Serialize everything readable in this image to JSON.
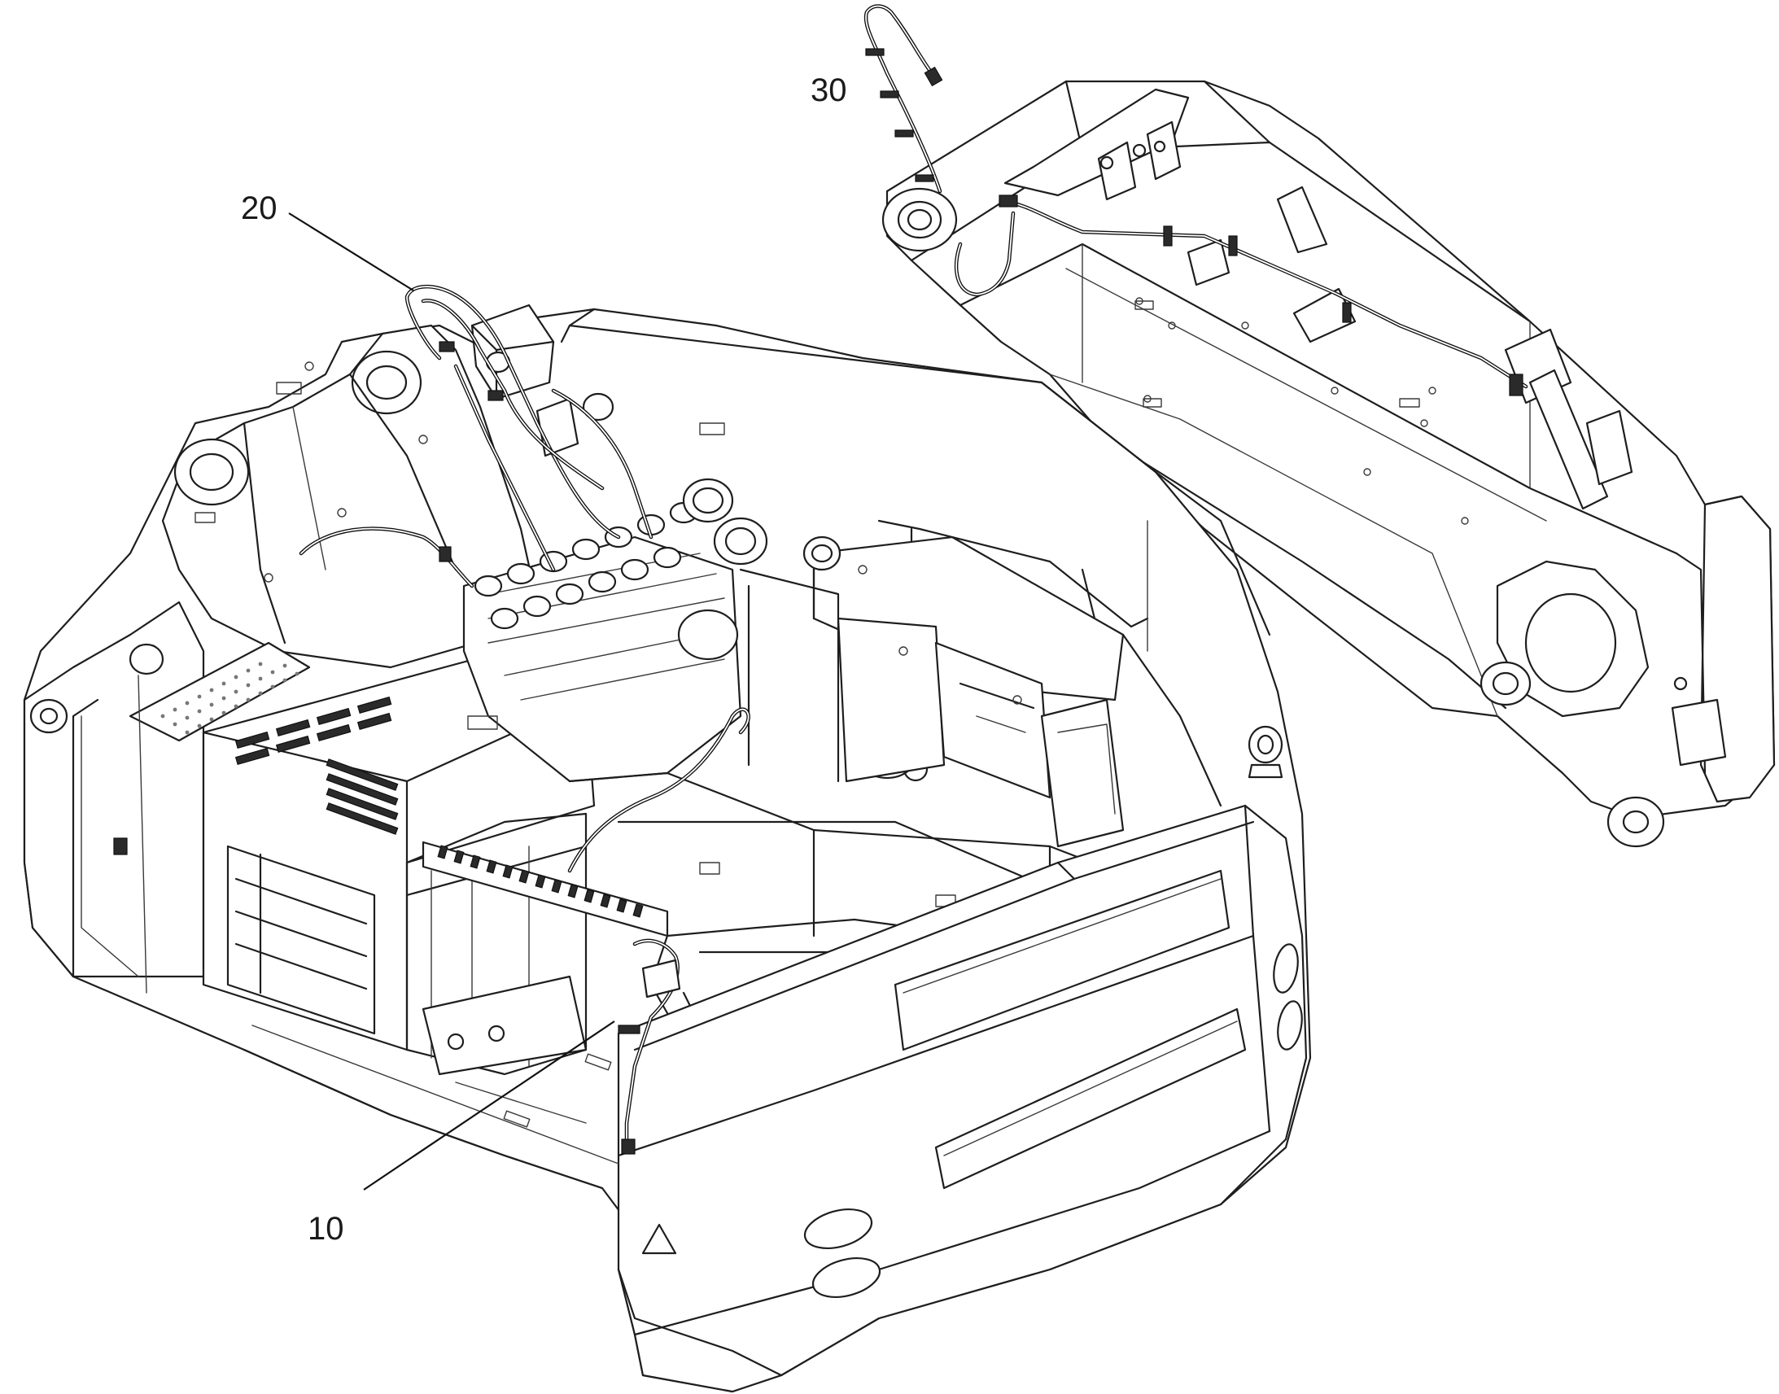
{
  "callouts": [
    {
      "id": "10",
      "label": "10"
    },
    {
      "id": "20",
      "label": "20"
    },
    {
      "id": "30",
      "label": "30"
    }
  ],
  "colors": {
    "line": "#1e1e1e",
    "background": "#ffffff",
    "text": "#1a1a1a"
  }
}
